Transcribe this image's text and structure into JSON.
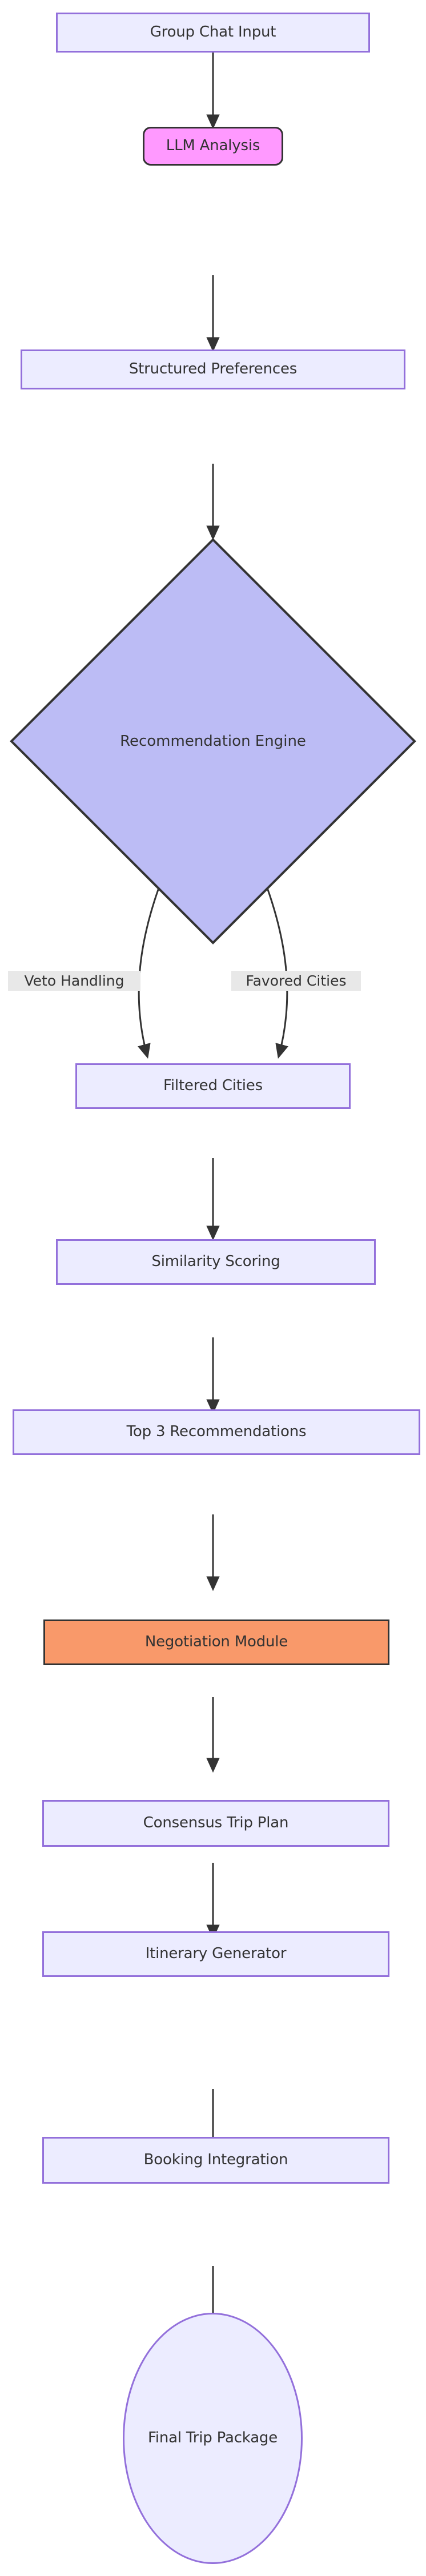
{
  "diagram": {
    "type": "flowchart",
    "orientation": "top-to-bottom",
    "background_color": "#ffffff",
    "default_node_fill": "#ececff",
    "default_node_border": "#9370db",
    "text_color": "#333333",
    "edge_color": "#333333",
    "edge_label_bg": "#e8e8e8"
  },
  "nodes": [
    {
      "id": "group_chat_input",
      "label": "Group Chat Input",
      "shape": "rectangle",
      "fill": "#ececff",
      "border": "#9370db"
    },
    {
      "id": "llm_analysis",
      "label": "LLM Analysis",
      "shape": "rounded-rectangle",
      "fill": "#ff99ff",
      "border": "#333333"
    },
    {
      "id": "structured_prefs",
      "label": "Structured Preferences",
      "shape": "rectangle",
      "fill": "#ececff",
      "border": "#9370db"
    },
    {
      "id": "recommendation_engine",
      "label": "Recommendation Engine",
      "shape": "diamond",
      "fill": "#bcbcf5",
      "border": "#333333"
    },
    {
      "id": "filtered_cities",
      "label": "Filtered Cities",
      "shape": "rectangle",
      "fill": "#ececff",
      "border": "#9370db"
    },
    {
      "id": "similarity_scoring",
      "label": "Similarity Scoring",
      "shape": "rectangle",
      "fill": "#ececff",
      "border": "#9370db"
    },
    {
      "id": "top3_recommendations",
      "label": "Top 3 Recommendations",
      "shape": "rectangle",
      "fill": "#ececff",
      "border": "#9370db"
    },
    {
      "id": "negotiation_module",
      "label": "Negotiation Module",
      "shape": "rectangle",
      "fill": "#f9996a",
      "border": "#333333"
    },
    {
      "id": "consensus_trip_plan",
      "label": "Consensus Trip Plan",
      "shape": "rectangle",
      "fill": "#ececff",
      "border": "#9370db"
    },
    {
      "id": "itinerary_generator",
      "label": "Itinerary Generator",
      "shape": "rectangle",
      "fill": "#ececff",
      "border": "#9370db"
    },
    {
      "id": "booking_integration",
      "label": "Booking Integration",
      "shape": "rectangle",
      "fill": "#ececff",
      "border": "#9370db"
    },
    {
      "id": "final_trip_package",
      "label": "Final Trip Package",
      "shape": "ellipse",
      "fill": "#ececff",
      "border": "#9370db"
    }
  ],
  "edges": [
    {
      "from": "group_chat_input",
      "to": "llm_analysis",
      "label": ""
    },
    {
      "from": "llm_analysis",
      "to": "structured_prefs",
      "label": ""
    },
    {
      "from": "structured_prefs",
      "to": "recommendation_engine",
      "label": ""
    },
    {
      "from": "recommendation_engine",
      "to": "filtered_cities",
      "label": "Veto Handling"
    },
    {
      "from": "recommendation_engine",
      "to": "filtered_cities",
      "label": "Favored Cities"
    },
    {
      "from": "filtered_cities",
      "to": "similarity_scoring",
      "label": ""
    },
    {
      "from": "similarity_scoring",
      "to": "top3_recommendations",
      "label": ""
    },
    {
      "from": "top3_recommendations",
      "to": "negotiation_module",
      "label": ""
    },
    {
      "from": "negotiation_module",
      "to": "consensus_trip_plan",
      "label": ""
    },
    {
      "from": "consensus_trip_plan",
      "to": "itinerary_generator",
      "label": ""
    },
    {
      "from": "itinerary_generator",
      "to": "booking_integration",
      "label": ""
    },
    {
      "from": "booking_integration",
      "to": "final_trip_package",
      "label": ""
    }
  ],
  "edge_labels": {
    "veto_handling": "Veto Handling",
    "favored_cities": "Favored Cities"
  }
}
